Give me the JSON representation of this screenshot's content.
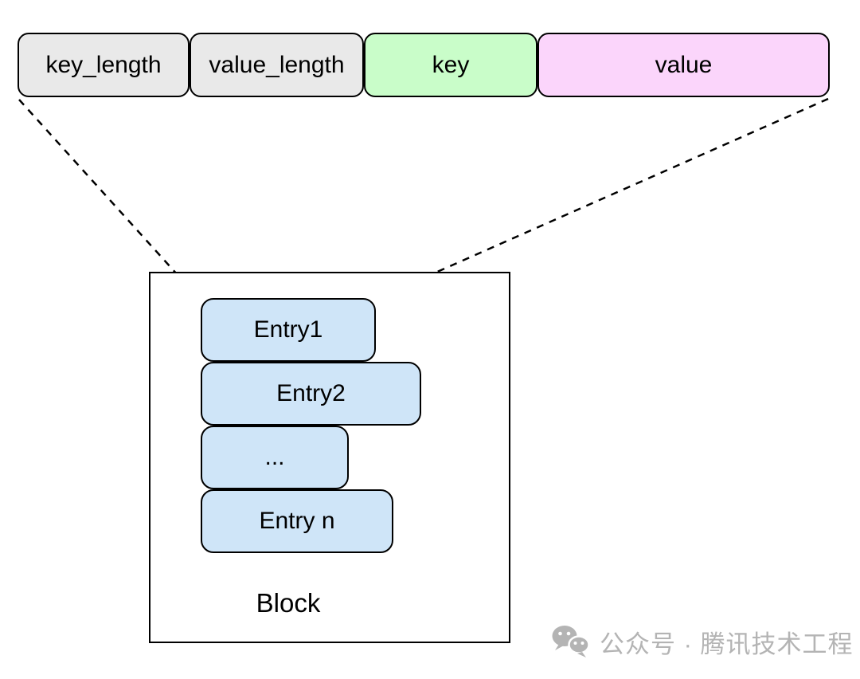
{
  "diagram": {
    "entry_fields": [
      {
        "label": "key_length",
        "color": "#e9e9e9"
      },
      {
        "label": "value_length",
        "color": "#e9e9e9"
      },
      {
        "label": "key",
        "color": "#c9fdc9"
      },
      {
        "label": "value",
        "color": "#fbd5fb"
      }
    ],
    "block": {
      "label": "Block",
      "entry_color": "#cfe5f8",
      "entries": [
        "Entry1",
        "Entry2",
        "...",
        "Entry n"
      ]
    },
    "line_color": "#000000"
  },
  "watermark": {
    "icon": "wechat-icon",
    "text": "公众号 · 腾讯技术工程",
    "color": "#b4b4b4"
  }
}
